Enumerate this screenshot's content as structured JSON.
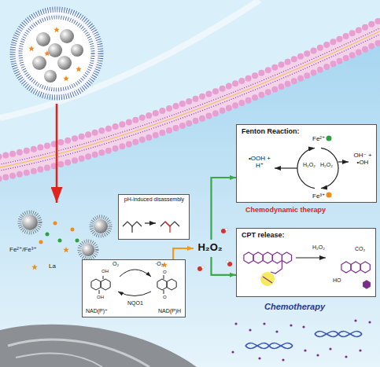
{
  "diagram": {
    "nodes": [
      {
        "text": [
          "pH-induced disassembly"
        ]
      },
      {
        "text": [
          "O₂",
          "·O₂",
          "NQO1",
          "NAD(P)⁺",
          "NAD(P)H",
          "OH",
          "OH",
          "O",
          "O"
        ]
      },
      {
        "text": [
          "H₂O₂"
        ]
      },
      {
        "text": [
          "Fenton Reaction:",
          "Fe²⁺",
          "Fe³⁺",
          "•OOH + H⁺",
          "H₂O₂",
          "H₂O₂",
          "OH⁻ + •OH"
        ]
      },
      {
        "text": [
          "CPT release:",
          "H₂O₂",
          "HO",
          "CO₂"
        ]
      }
    ],
    "edges": [
      {
        "from": 1,
        "to": 2,
        "arrow": "to"
      },
      {
        "from": 2,
        "to": 3,
        "arrow": "to"
      },
      {
        "from": 2,
        "to": 4,
        "arrow": "to"
      }
    ],
    "labels": [
      "Fe²⁺/Fe³⁺",
      "La",
      "Chemodynamic therapy",
      "Chemotherapy"
    ]
  }
}
